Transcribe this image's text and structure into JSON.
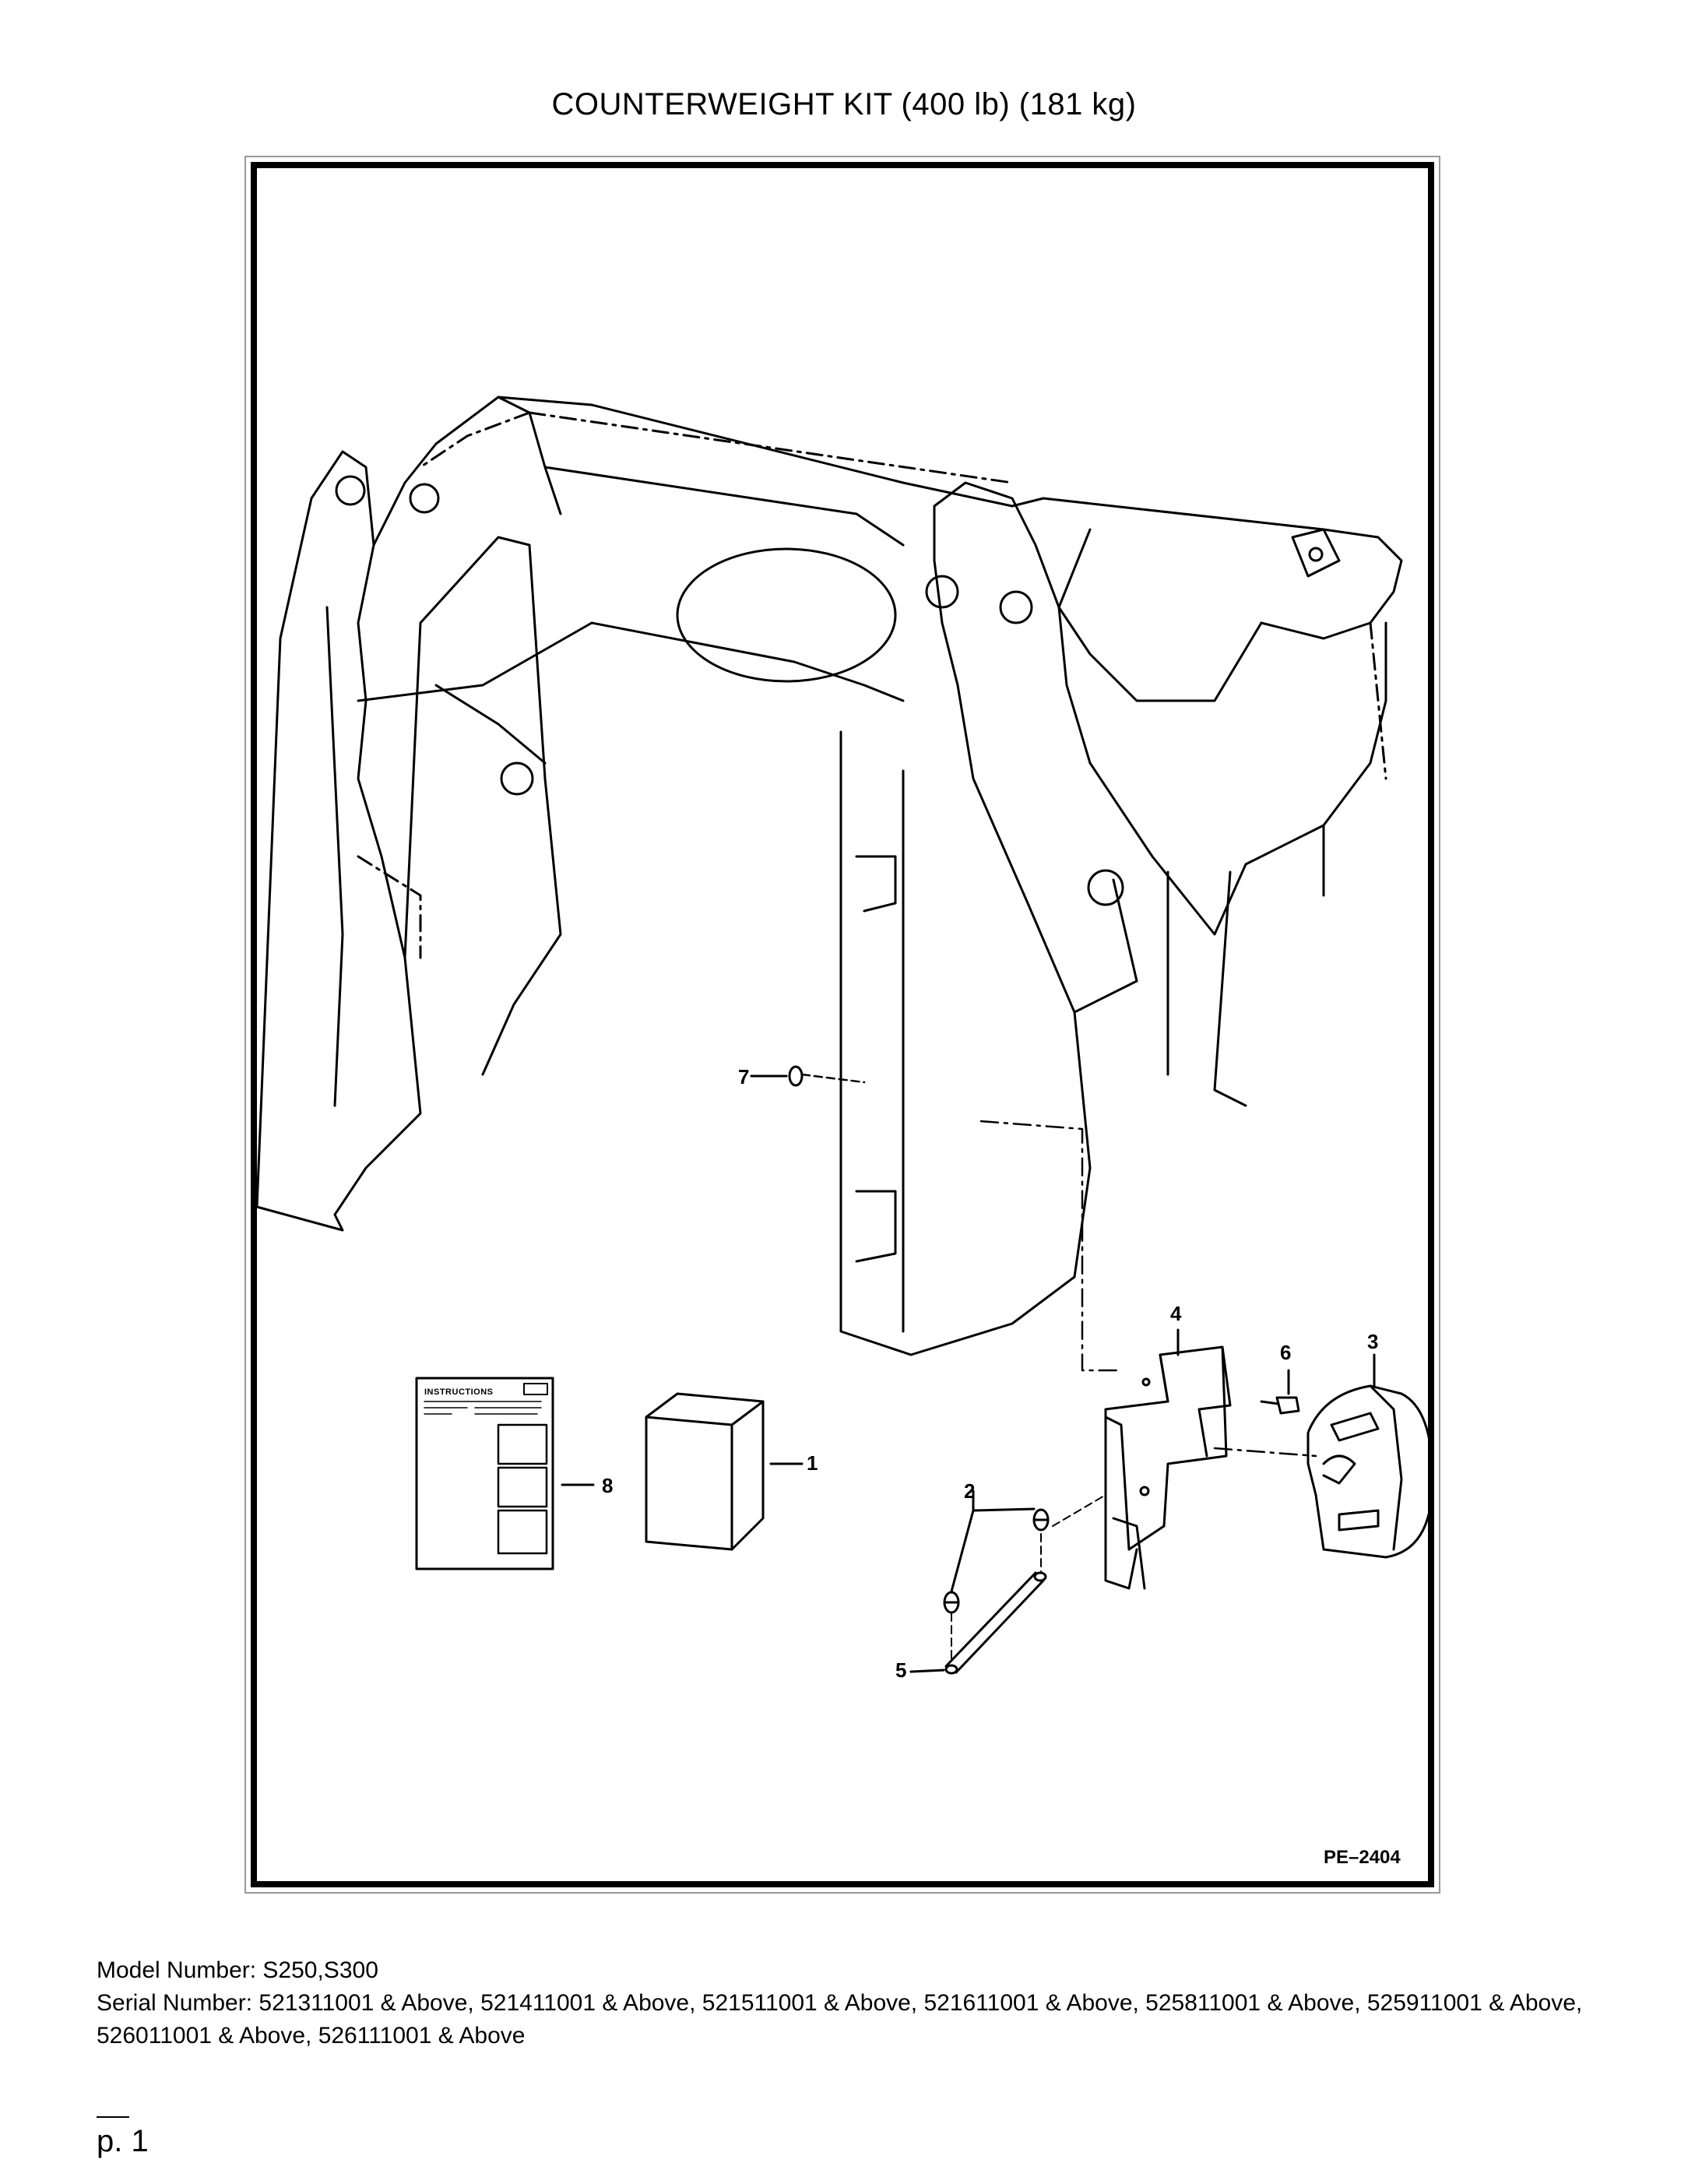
{
  "title": "COUNTERWEIGHT KIT (400 lb) (181 kg)",
  "figure": {
    "id": "PE–2404",
    "instructions_label": "INSTRUCTIONS",
    "callouts": [
      "1",
      "2",
      "3",
      "4",
      "5",
      "6",
      "7",
      "8"
    ]
  },
  "footer": {
    "model_line": "Model Number: S250,S300",
    "serial_line": "Serial Number: 521311001 & Above, 521411001 & Above, 521511001 & Above, 521611001 & Above, 525811001 & Above, 525911001 & Above, 526011001 & Above, 526111001 & Above"
  },
  "page": {
    "number": "p. 1"
  }
}
